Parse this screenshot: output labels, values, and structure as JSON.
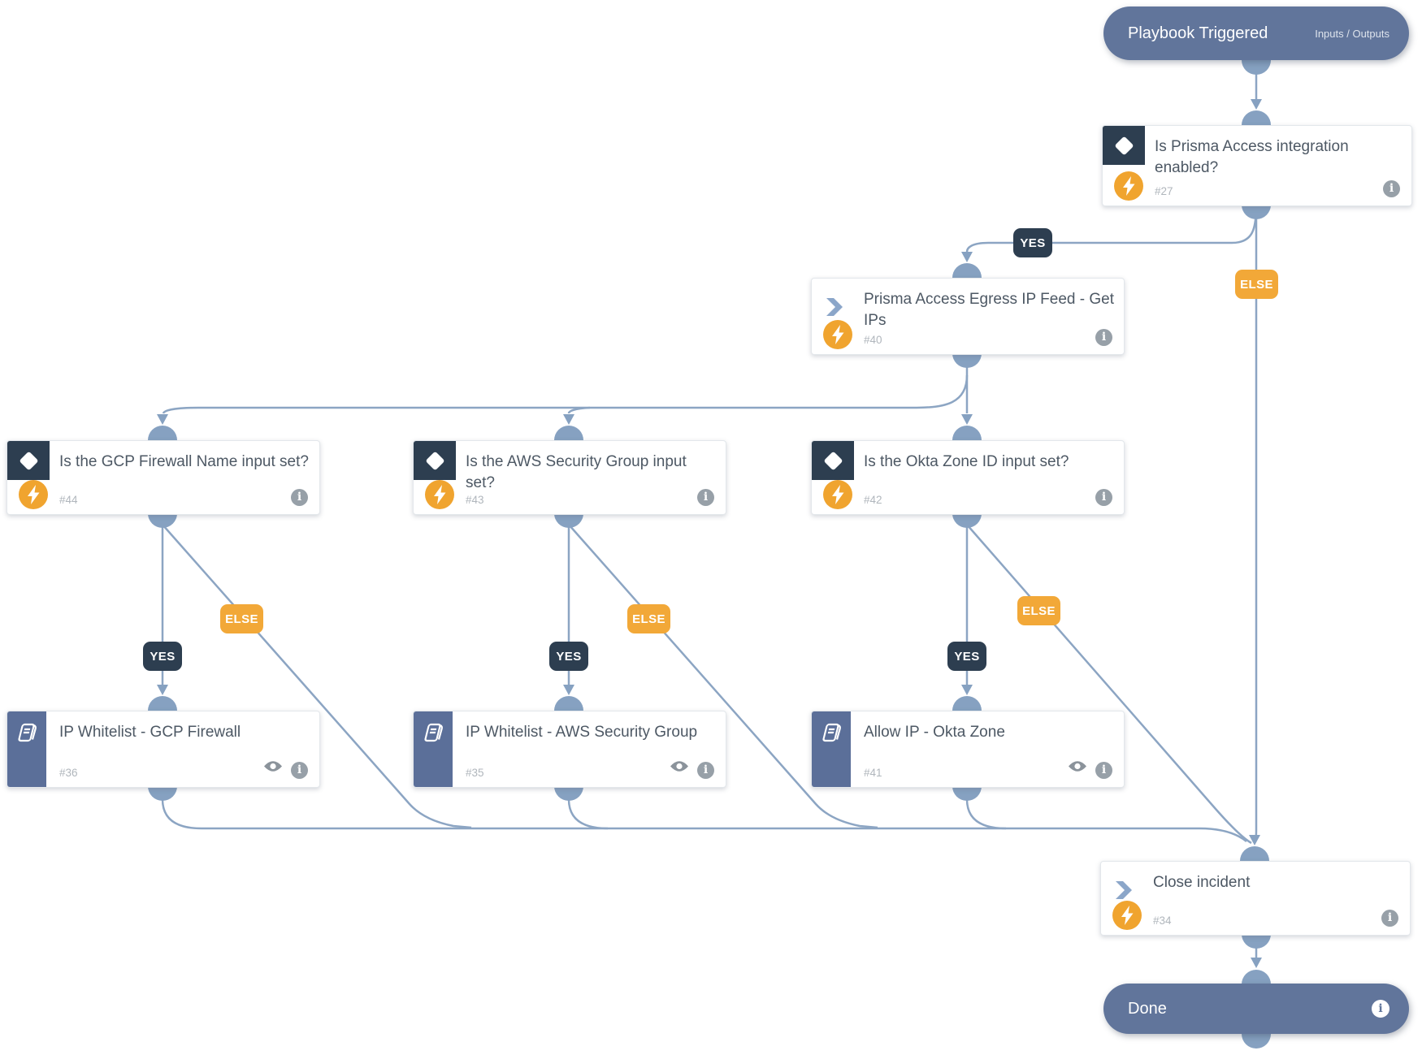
{
  "colors": {
    "edge": "#8ca5c3",
    "connector": "#86a1c1",
    "yes_pill": "#2d3e50",
    "else_pill": "#f2a838",
    "task_accent_orange": "#f0a42f",
    "rail_pill": "#61759b",
    "subplaybook_sidebar": "#5b6f99"
  },
  "start_pill": {
    "label": "Playbook Triggered",
    "secondary": "Inputs / Outputs"
  },
  "end_pill": {
    "label": "Done"
  },
  "labels": {
    "yes": "YES",
    "else": "ELSE"
  },
  "nodes": {
    "n27": {
      "title": "Is Prisma Access integration enabled?",
      "number": "#27",
      "type": "condition"
    },
    "n40": {
      "title": "Prisma Access Egress IP Feed - Get IPs",
      "number": "#40",
      "type": "task"
    },
    "n44": {
      "title": "Is the GCP Firewall Name input set?",
      "number": "#44",
      "type": "condition"
    },
    "n43": {
      "title": "Is the AWS Security Group input set?",
      "number": "#43",
      "type": "condition"
    },
    "n42": {
      "title": "Is the Okta Zone ID input set?",
      "number": "#42",
      "type": "condition"
    },
    "n36": {
      "title": "IP Whitelist - GCP Firewall",
      "number": "#36",
      "type": "sub-playbook"
    },
    "n35": {
      "title": "IP Whitelist - AWS Security Group",
      "number": "#35",
      "type": "sub-playbook"
    },
    "n41": {
      "title": "Allow IP - Okta Zone",
      "number": "#41",
      "type": "sub-playbook"
    },
    "n34": {
      "title": "Close incident",
      "number": "#34",
      "type": "task"
    }
  }
}
